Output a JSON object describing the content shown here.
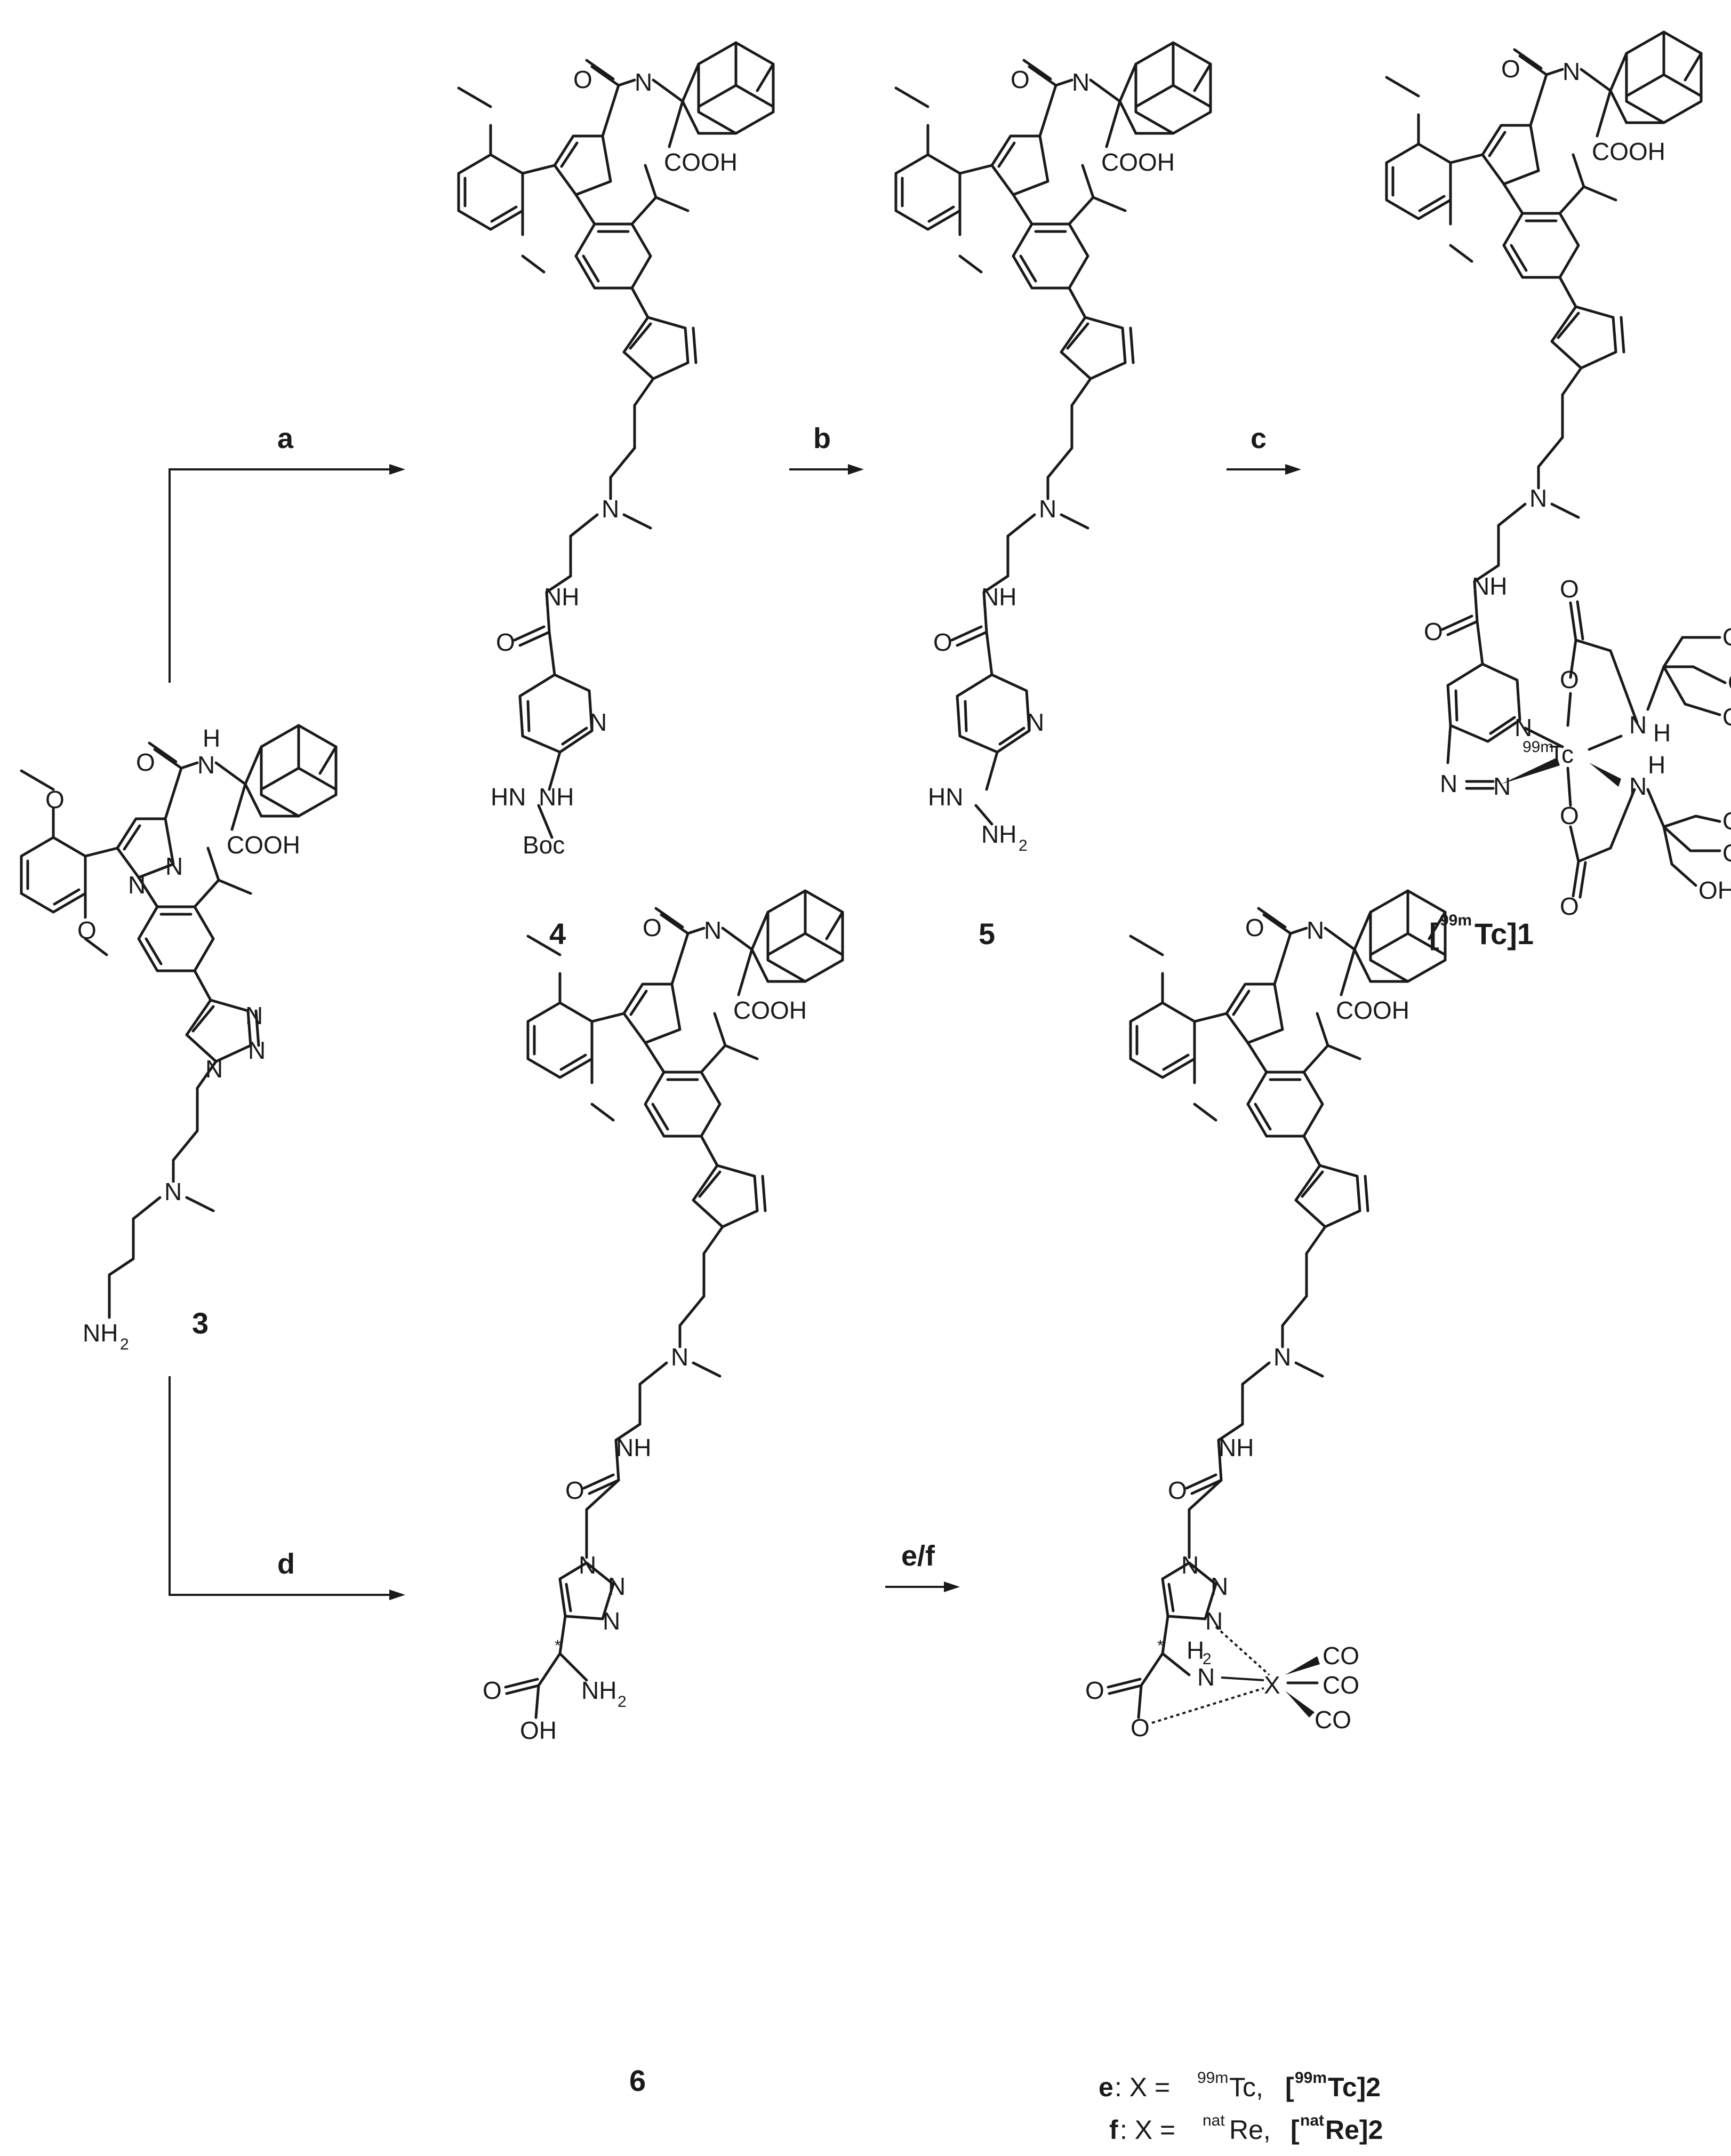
{
  "steps": {
    "a": "a",
    "b": "b",
    "c": "c",
    "d": "d",
    "ef": "e/f"
  },
  "compounds": {
    "c3": "3",
    "c4": "4",
    "c5": "5",
    "c6": "6"
  },
  "tc1_label": {
    "open": "[",
    "sup": "99m",
    "main": "Tc]1"
  },
  "atoms": {
    "o": "O",
    "h": "H",
    "n": "N",
    "nh": "NH",
    "cooh": "COOH",
    "nh2": "NH",
    "two": "2",
    "boc": "Boc",
    "hn": "HN",
    "oh": "OH",
    "tc": "Tc",
    "sup99m": "99m",
    "co": "CO",
    "x": "X",
    "star": "*",
    "h2": "H",
    "hdn": "H"
  },
  "caption": {
    "e_prefix": "e",
    "e_text": ": X = ",
    "e_iso": "99m",
    "e_metal": "Tc, ",
    "e_b1": "[",
    "e_bsup": "99m",
    "e_b2": "Tc]2",
    "f_prefix": "f",
    "f_text": ": X = ",
    "f_iso": "nat",
    "f_metal": "Re, ",
    "f_b1": "[",
    "f_bsup": "nat",
    "f_b2": "Re]2"
  }
}
